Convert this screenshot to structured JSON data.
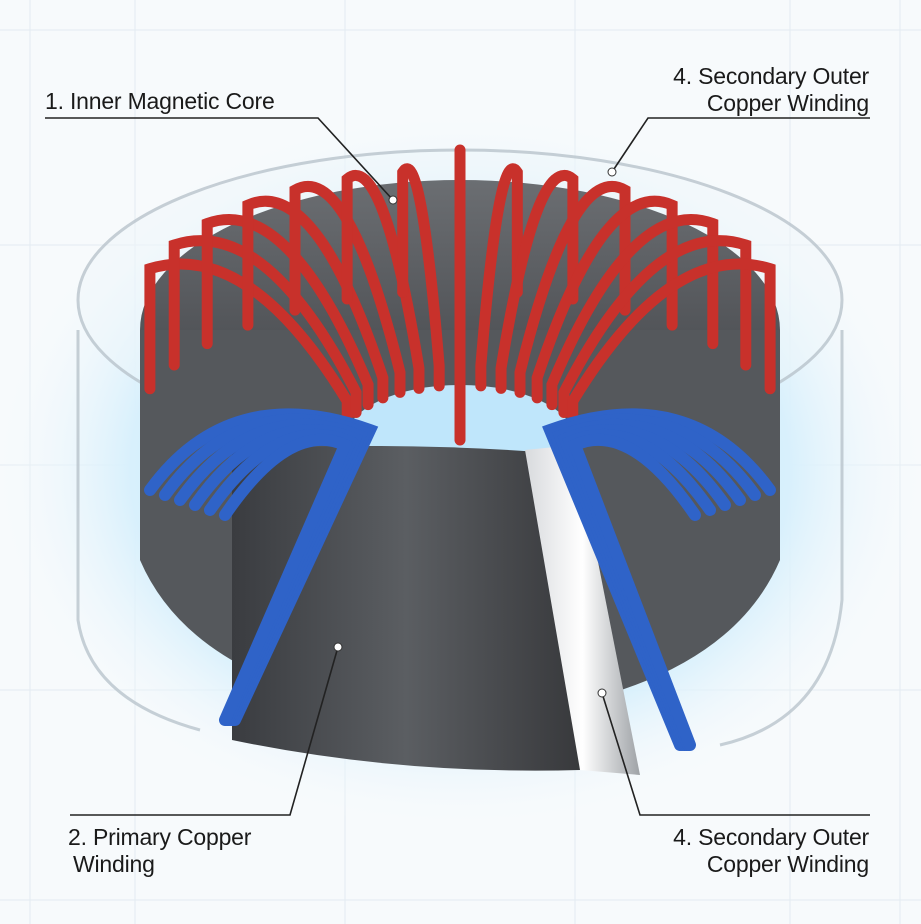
{
  "labels": {
    "core": {
      "line1": "1. Inner Magnetic Core"
    },
    "secondary_top": {
      "line1": "4. Secondary Outer",
      "line2": "Copper Winding"
    },
    "primary": {
      "line1": "2. Primary Copper",
      "line2": "Winding"
    },
    "secondary_bottom": {
      "line1": "4. Secondary Outer",
      "line2": "Copper Winding"
    }
  },
  "colors": {
    "red_winding": "#c8312b",
    "blue_winding": "#2f63c8",
    "core": "#4a4c50",
    "glow": "#bfe6fb"
  }
}
